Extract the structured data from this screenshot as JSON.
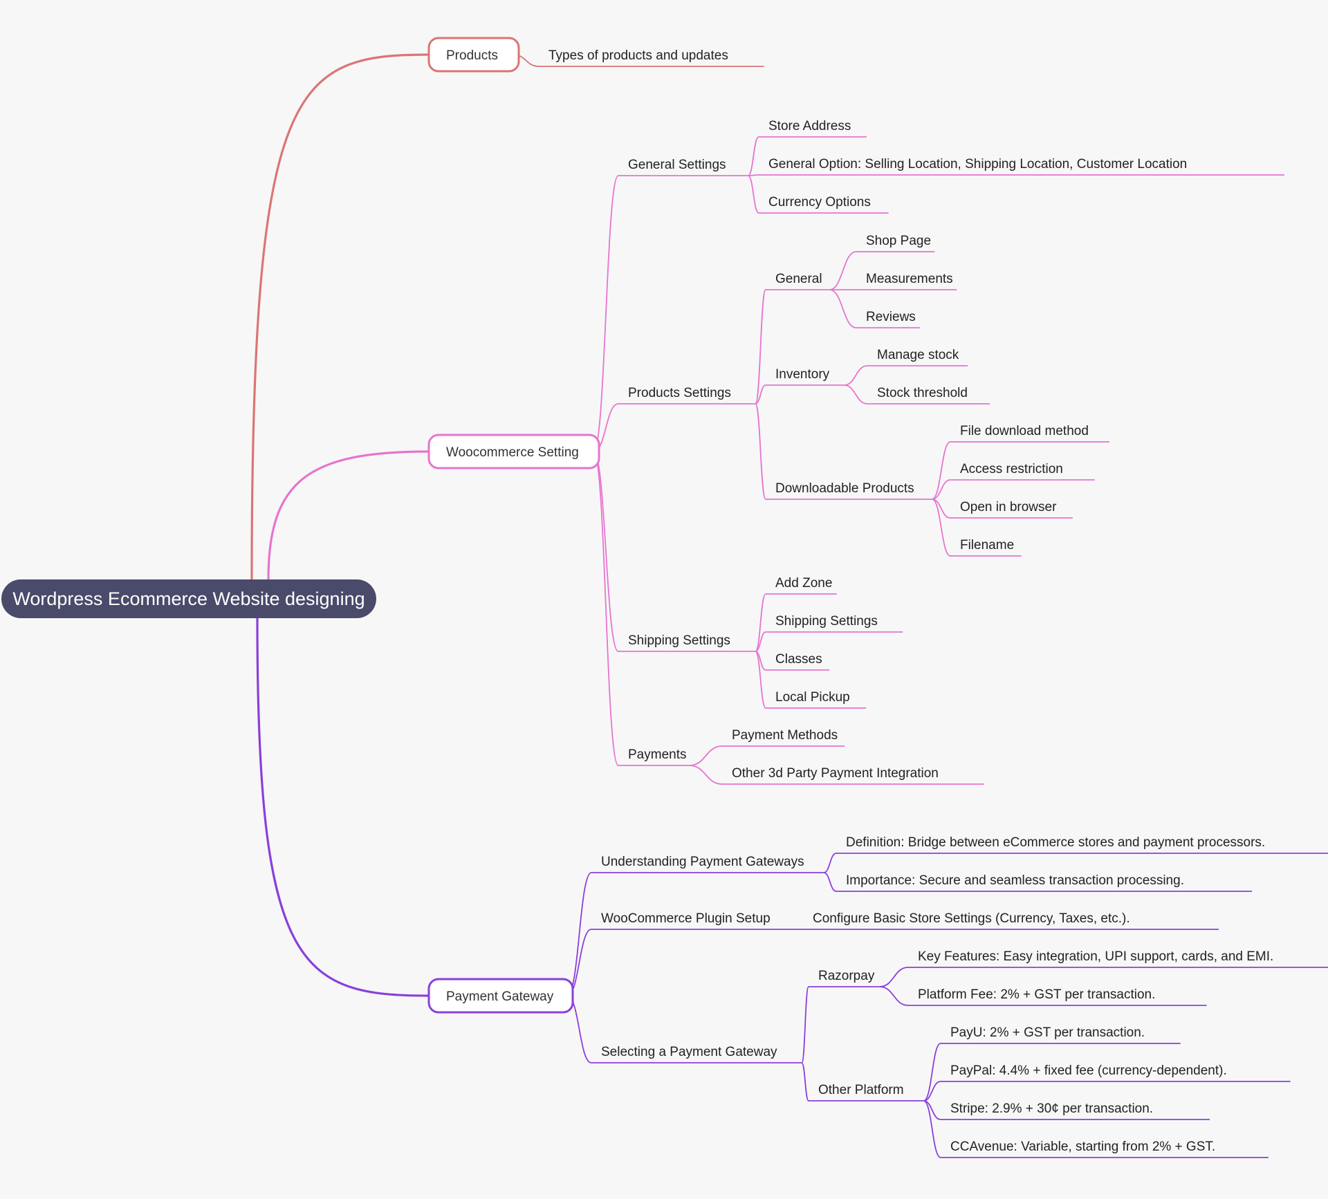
{
  "root": {
    "label": "Wordpress Ecommerce Website designing"
  },
  "colors": {
    "background": "#f7f7f7",
    "root_fill": "#4a4b6a",
    "root_text": "#ffffff",
    "text": "#222222",
    "branch_products": "#dc7474",
    "branch_woocommerce": "#e674cf",
    "branch_payment": "#8a3fdc"
  },
  "branches": [
    {
      "label": "Products",
      "color_key": "branch_products",
      "children": [
        {
          "label": "Types of products and updates"
        }
      ]
    },
    {
      "label": "Woocommerce Setting",
      "color_key": "branch_woocommerce",
      "children": [
        {
          "label": "General Settings",
          "children": [
            {
              "label": "Store Address"
            },
            {
              "label": "General Option: Selling Location, Shipping Location, Customer Location"
            },
            {
              "label": "Currency Options"
            }
          ]
        },
        {
          "label": "Products Settings",
          "children": [
            {
              "label": "General",
              "children": [
                {
                  "label": "Shop Page"
                },
                {
                  "label": "Measurements"
                },
                {
                  "label": "Reviews"
                }
              ]
            },
            {
              "label": "Inventory",
              "children": [
                {
                  "label": "Manage stock"
                },
                {
                  "label": "Stock threshold"
                }
              ]
            },
            {
              "label": "Downloadable Products",
              "children": [
                {
                  "label": "File download method"
                },
                {
                  "label": "Access restriction"
                },
                {
                  "label": "Open in browser"
                },
                {
                  "label": "Filename"
                }
              ]
            }
          ]
        },
        {
          "label": "Shipping Settings",
          "children": [
            {
              "label": "Add Zone"
            },
            {
              "label": "Shipping Settings"
            },
            {
              "label": "Classes"
            },
            {
              "label": "Local Pickup"
            }
          ]
        },
        {
          "label": "Payments",
          "children": [
            {
              "label": "Payment Methods"
            },
            {
              "label": "Other 3d Party Payment Integration"
            }
          ]
        }
      ]
    },
    {
      "label": "Payment Gateway",
      "color_key": "branch_payment",
      "children": [
        {
          "label": "Understanding Payment Gateways",
          "children": [
            {
              "label": "Definition: Bridge between eCommerce stores and payment processors."
            },
            {
              "label": "Importance: Secure and seamless transaction processing."
            }
          ]
        },
        {
          "label": "WooCommerce Plugin Setup",
          "children": [
            {
              "label": "Configure Basic Store Settings (Currency, Taxes, etc.)."
            }
          ]
        },
        {
          "label": "Selecting a Payment Gateway",
          "children": [
            {
              "label": "Razorpay",
              "children": [
                {
                  "label": "Key Features: Easy integration, UPI support, cards, and EMI."
                },
                {
                  "label": "Platform Fee: 2% + GST per transaction."
                }
              ]
            },
            {
              "label": "Other Platform",
              "children": [
                {
                  "label": "PayU: 2% + GST per transaction."
                },
                {
                  "label": "PayPal: 4.4% + fixed fee (currency-dependent)."
                },
                {
                  "label": "Stripe: 2.9% + 30¢ per transaction."
                },
                {
                  "label": "CCAvenue: Variable, starting from 2% + GST."
                }
              ]
            }
          ]
        }
      ]
    }
  ]
}
